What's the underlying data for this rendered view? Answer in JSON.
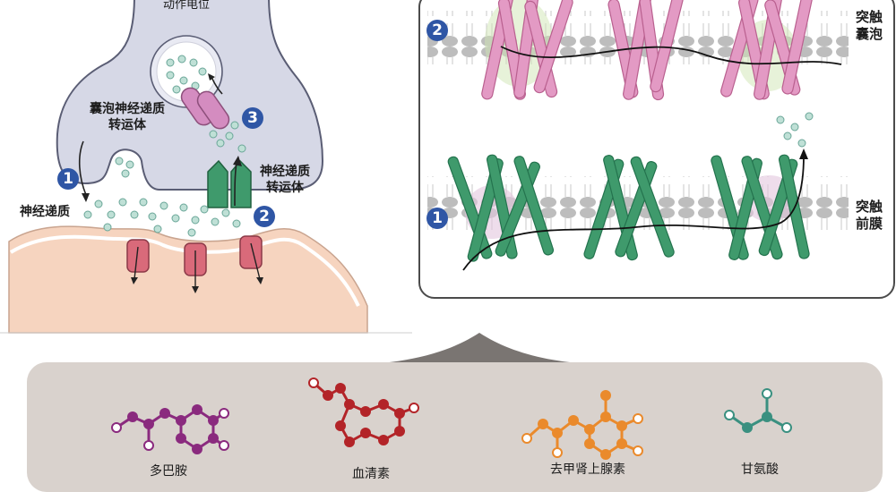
{
  "synapse": {
    "action_potential_label": "动作电位",
    "vesicular_transporter_label": "囊泡神经递质\n转运体",
    "neurotransmitter_label": "神经递质",
    "plasma_transporter_label": "神经递质\n转运体",
    "badges": [
      "1",
      "2",
      "3"
    ]
  },
  "membranes": {
    "vesicle_label": "突触\n囊泡",
    "presynaptic_label": "突触\n前膜",
    "badges": [
      "2",
      "1"
    ]
  },
  "molecules": [
    {
      "name": "多巴胺",
      "color": "#8a2a7e"
    },
    {
      "name": "血清素",
      "color": "#b32428"
    },
    {
      "name": "去甲肾上腺素",
      "color": "#ea8a2c"
    },
    {
      "name": "甘氨酸",
      "color": "#3a9080"
    }
  ],
  "colors": {
    "badge": "#2f56a5",
    "presynaptic_fill": "#d6d8e6",
    "postsynaptic_fill": "#f6d4bf",
    "vesicular_transporter": "#d48cc0",
    "plasma_transporter": "#3f9a6c",
    "receptor": "#d96a7a",
    "transmitter_dot": "#bfe0d6"
  }
}
